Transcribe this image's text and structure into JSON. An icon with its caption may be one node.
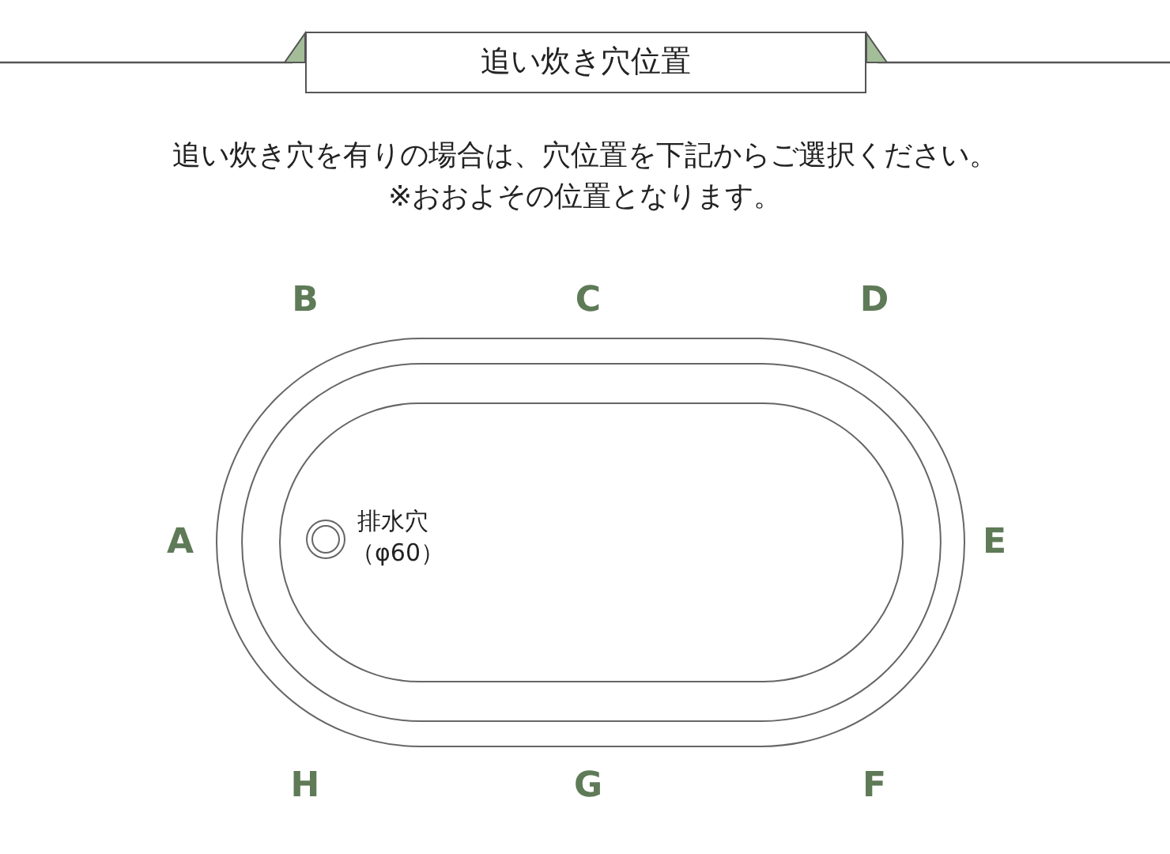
{
  "diagram": {
    "title": "追い炊き穴位置",
    "labels": [
      "追い炊き穴を有りの場合は、穴位置を下記からご選択ください。",
      "※おおよその位置となります。",
      "B",
      "C",
      "D",
      "A",
      "排水穴",
      "（φ60）",
      "E",
      "H",
      "G",
      "F"
    ]
  }
}
